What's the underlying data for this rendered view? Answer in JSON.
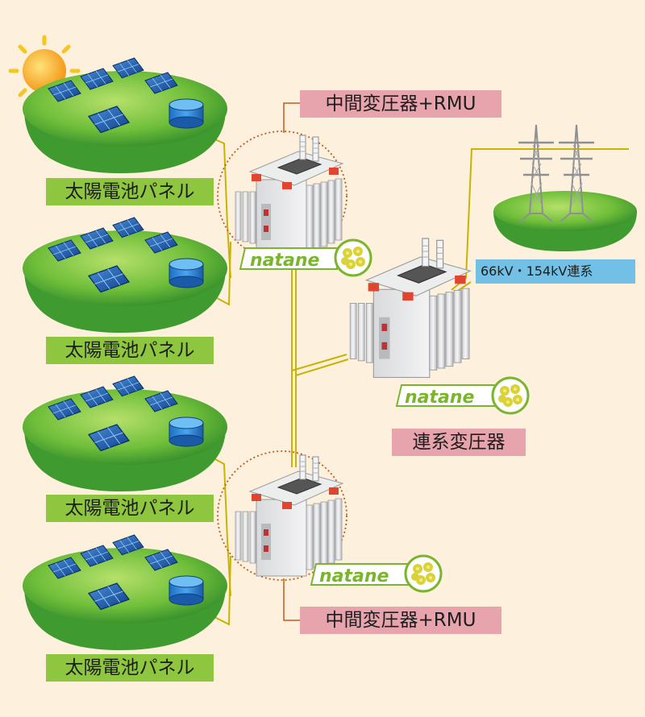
{
  "labels": {
    "solar_panel": "太陽電池パネル",
    "intermediate_transformer": "中間変圧器+RMU",
    "grid_transformer": "連系変圧器",
    "grid_connection": "66kV・154kV連系"
  },
  "brand": "natane",
  "icons": [
    "sun-icon",
    "solar-panel-icon",
    "transformer-icon",
    "transmission-tower-icon",
    "rapeseed-flower-icon"
  ],
  "colors": {
    "background": "#fdf0dc",
    "grass": "#5fb030",
    "panel_label": "#8ec63f",
    "transformer_label": "#e8a4ad",
    "grid_label": "#72c0e5",
    "brand_green": "#7bb52d",
    "line": "#c9b200"
  }
}
